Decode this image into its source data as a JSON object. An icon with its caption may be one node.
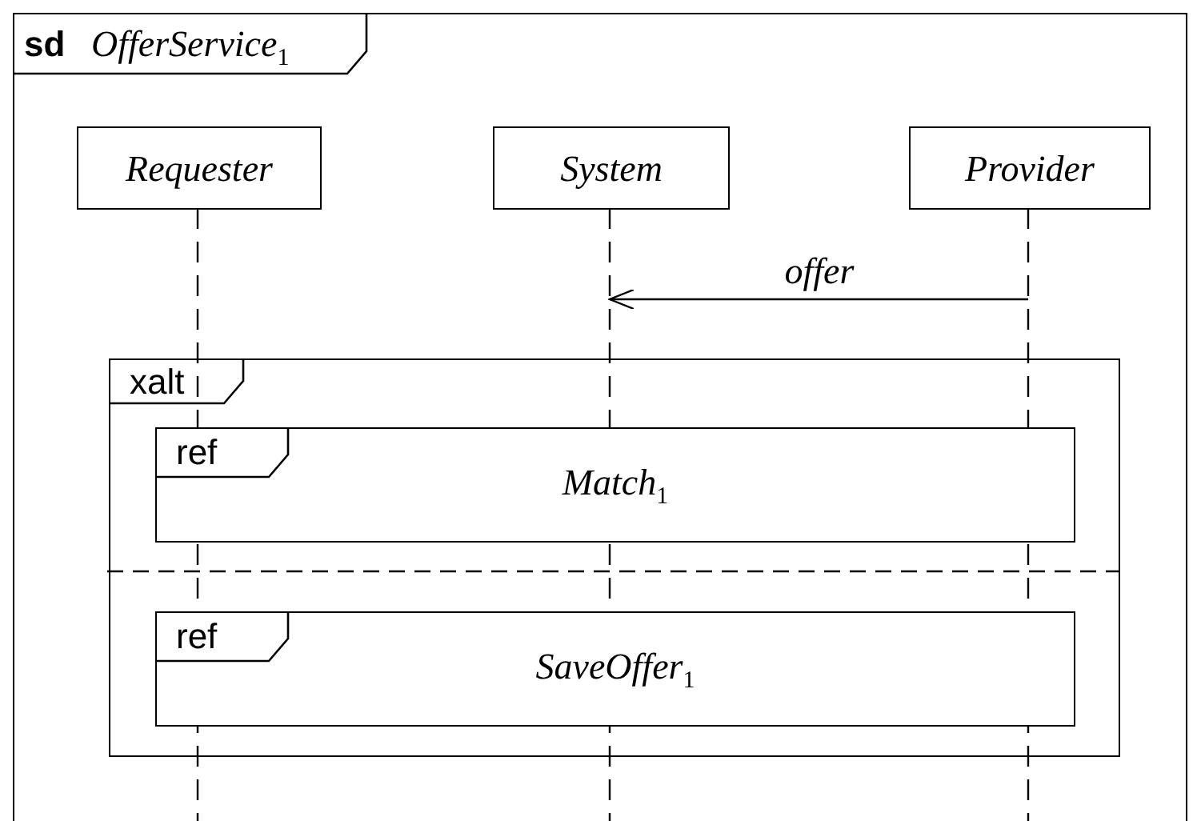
{
  "diagram": {
    "nodes": [
      {
        "text": [
          "sd",
          "OfferService$_{1}$"
        ]
      },
      {
        "text": [
          "Requester"
        ],
        "in": 0
      },
      {
        "text": [
          "System"
        ],
        "in": 0
      },
      {
        "text": [
          "Provider"
        ],
        "in": 0
      },
      {
        "text": [
          "xalt"
        ],
        "in": 0
      },
      {
        "text": [
          "ref",
          "Match$_{1}$"
        ],
        "in": 4
      },
      {
        "text": [
          "ref",
          "SaveOffer$_{1}$"
        ],
        "in": 4
      }
    ],
    "edges": [
      {
        "from": 3,
        "to": 2,
        "arrow": "to",
        "label": "offer"
      }
    ]
  }
}
